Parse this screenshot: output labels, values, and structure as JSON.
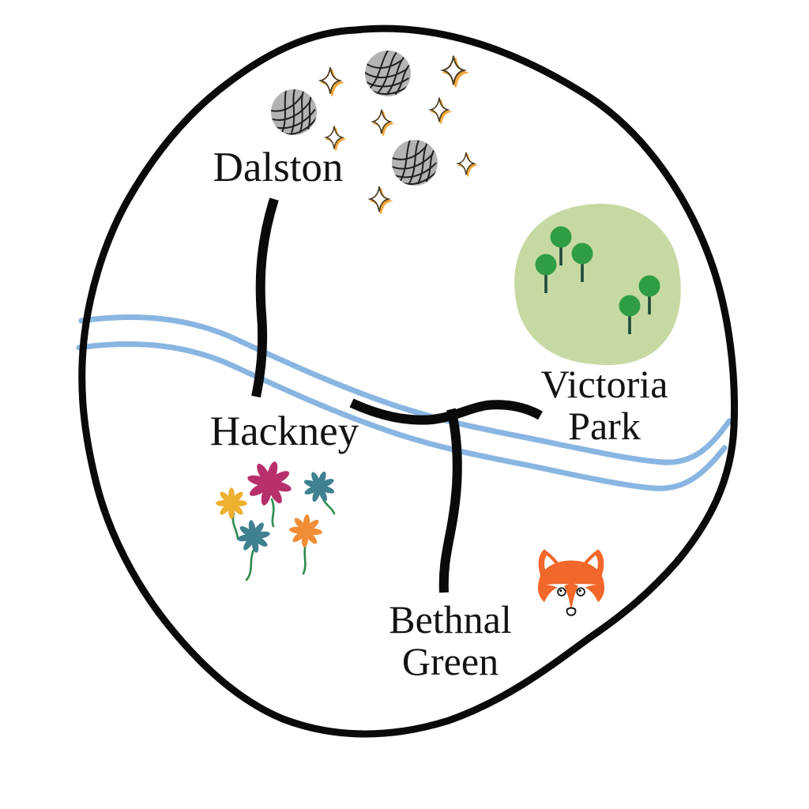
{
  "map": {
    "type": "illustrated-neighbourhood-map",
    "labels": {
      "dalston": "Dalston",
      "hackney": "Hackney",
      "victoria_park": "Victoria Park",
      "bethnal_green": "Bethnal Green"
    },
    "icons": {
      "disco_ball": {
        "name": "disco-ball-icon",
        "count": 3,
        "fill": "#b3b3b3",
        "line": "#1f1f1f"
      },
      "sparkle": {
        "name": "sparkle-icon",
        "count": 7,
        "gold": "#f2a93c",
        "outline": "#4a3b20",
        "center": "#ffffff"
      },
      "tree": {
        "name": "tree-icon",
        "count": 5,
        "canopy": "#2f9d43",
        "trunk": "#1c4a3a"
      },
      "flower": {
        "name": "flower-icon",
        "count": 5,
        "colors": [
          "#b72f6b",
          "#eeb02f",
          "#3f8191",
          "#3f8191",
          "#f18d35"
        ],
        "stem": "#2e8b4f"
      },
      "fox": {
        "name": "fox-icon",
        "fur": "#f2672a",
        "face_detail": "#151515"
      }
    },
    "colors": {
      "background": "#ffffff",
      "boundary": "#0a0a0a",
      "road": "#0a0a0a",
      "river": "#89b6e1",
      "park_fill": "#c7d9a3",
      "label_text": "#131313"
    }
  }
}
